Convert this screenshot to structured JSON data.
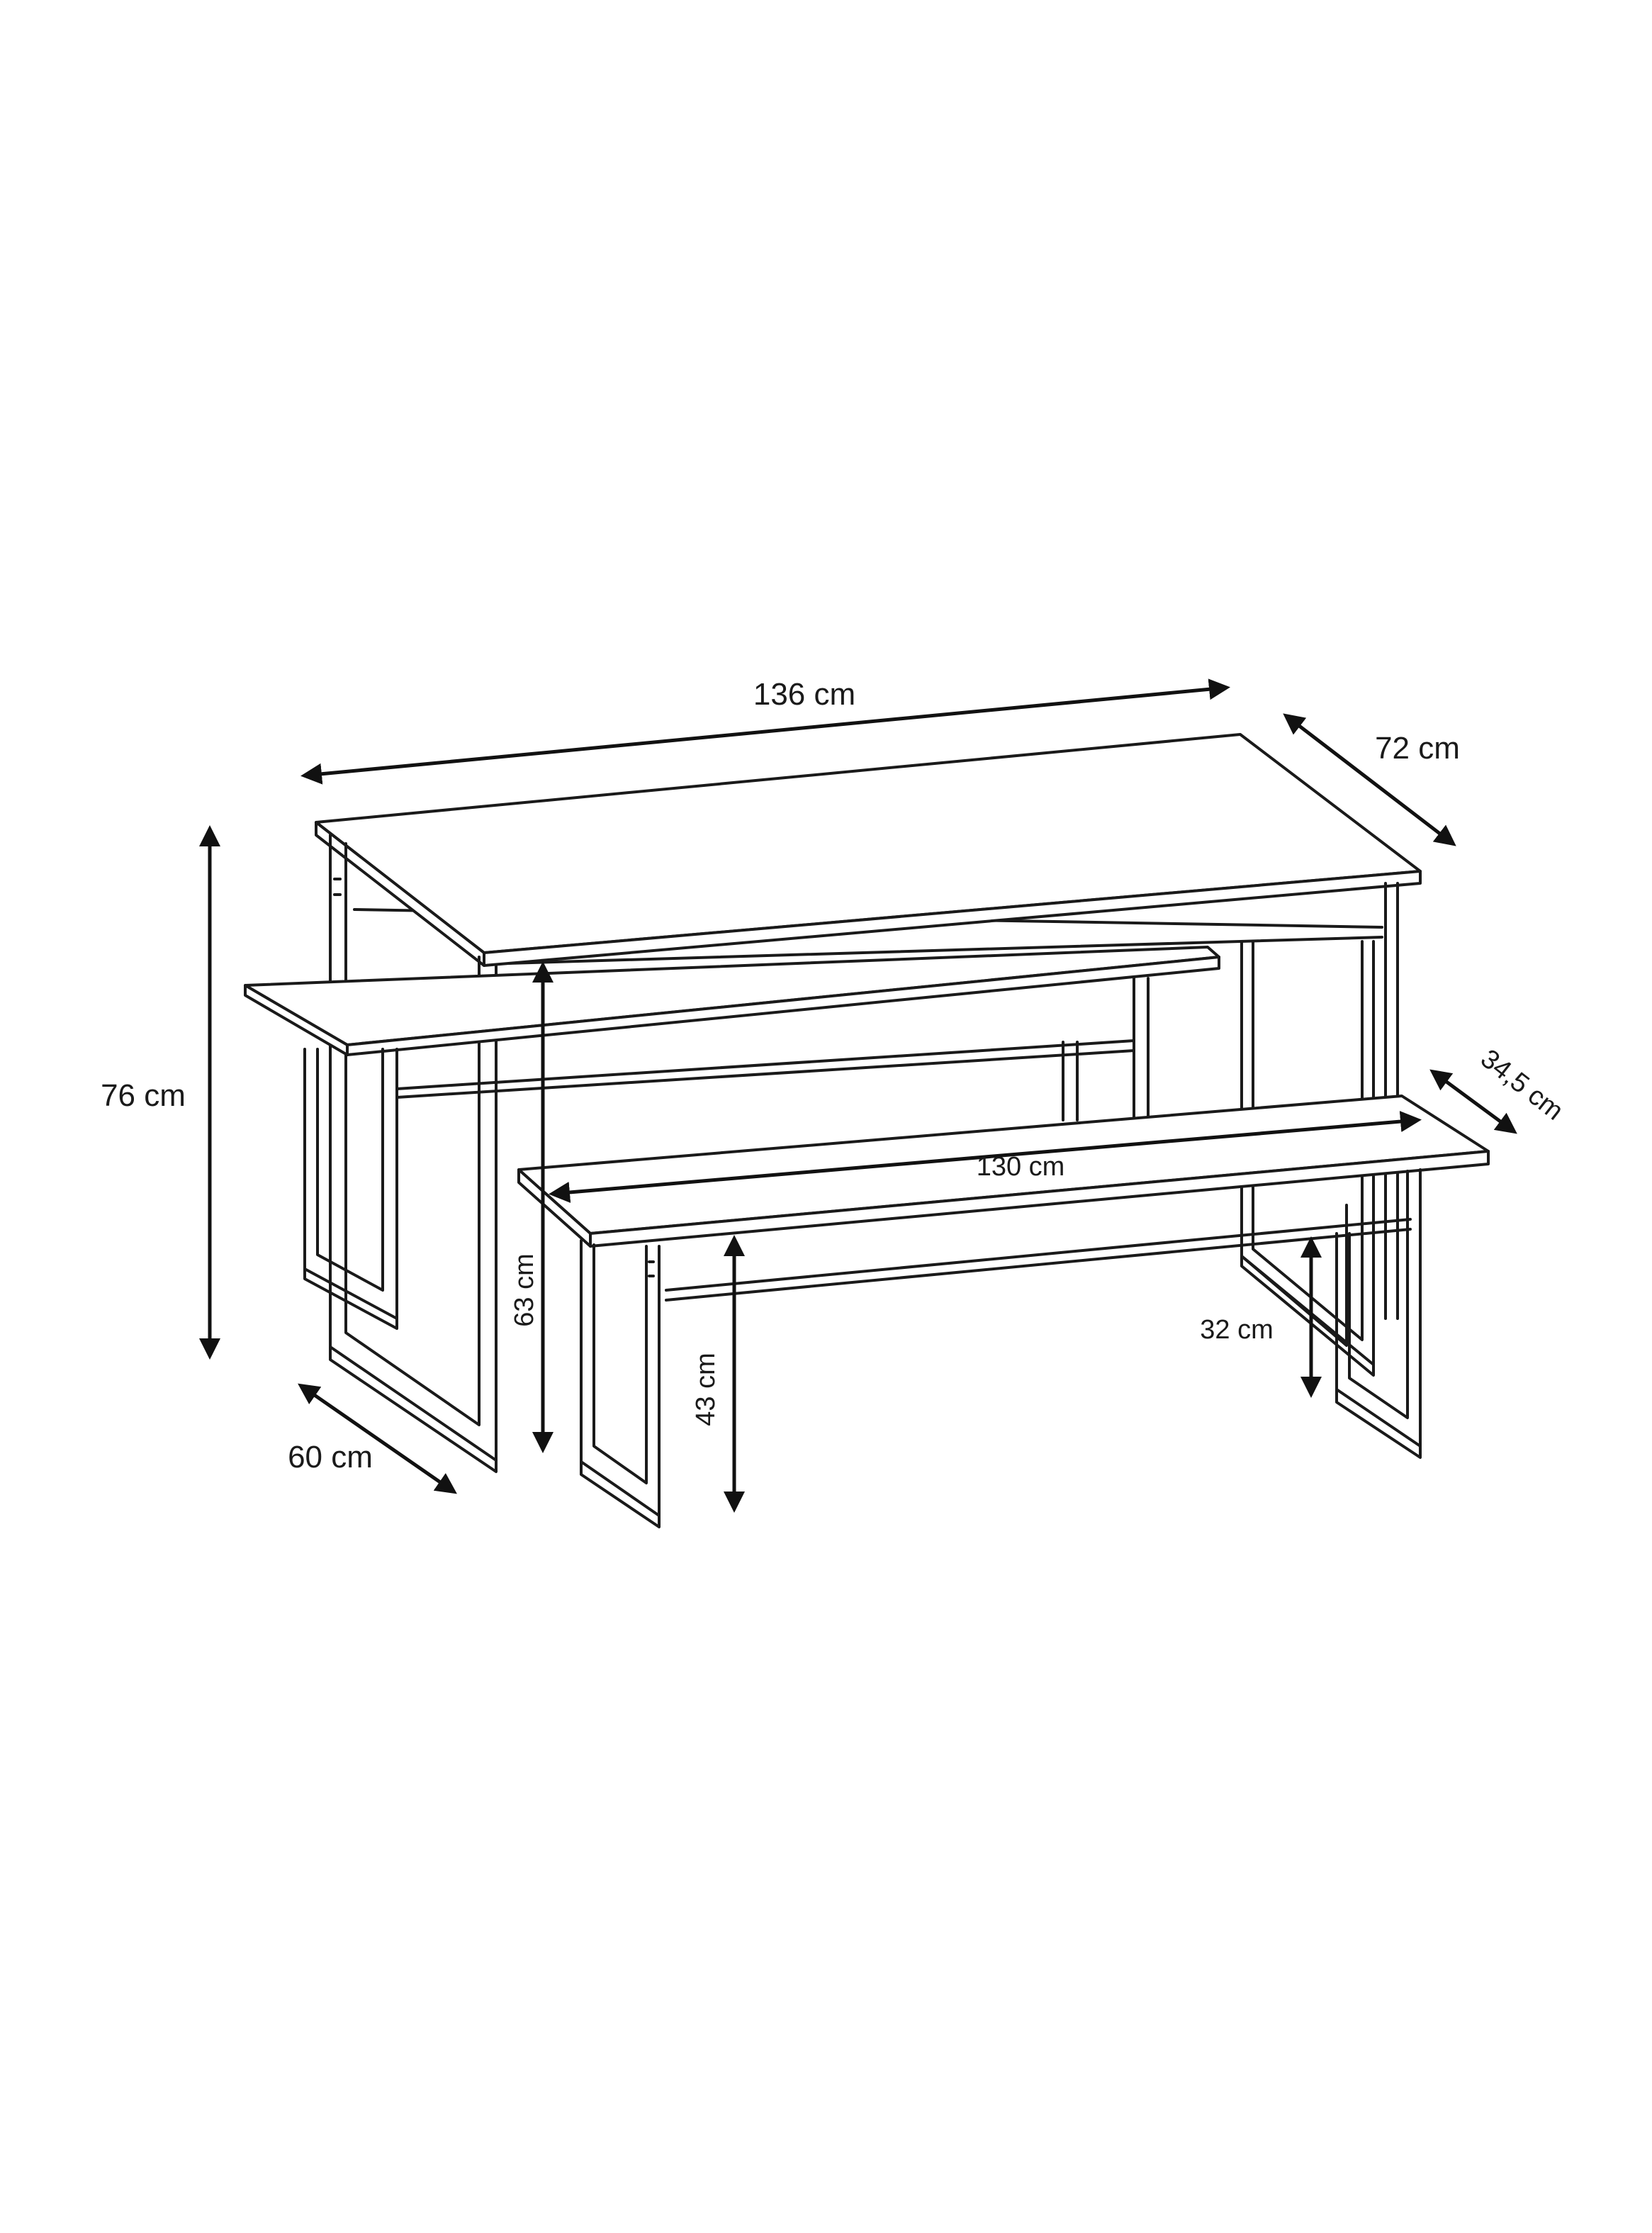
{
  "dimensions": {
    "table_length": "136 cm",
    "table_depth": "72 cm",
    "table_height": "76 cm",
    "table_leg_depth": "60 cm",
    "table_clearance": "63 cm",
    "bench_length": "130 cm",
    "bench_depth": "34,5 cm",
    "bench_height": "43 cm",
    "bench_clearance": "32 cm"
  }
}
